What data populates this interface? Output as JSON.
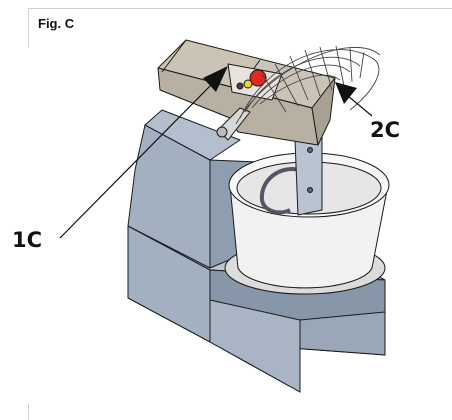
{
  "figure": {
    "label": "Fig. C",
    "callouts": [
      {
        "id": "1C",
        "text": "1C"
      },
      {
        "id": "2C",
        "text": "2C"
      }
    ]
  },
  "colors": {
    "body_blue_gray": "#a3b0c1",
    "body_shadow": "#8796a8",
    "head_taupe": "#b8b0a2",
    "head_top": "#cac3b6",
    "bowl_white": "#f2f2f2",
    "emergency_red": "#e02a20",
    "indicator_yellow": "#f2d12a",
    "line": "#1a1a1a"
  },
  "icons": [
    "emergency-stop-icon",
    "indicator-light-icon",
    "arrow-icon"
  ]
}
